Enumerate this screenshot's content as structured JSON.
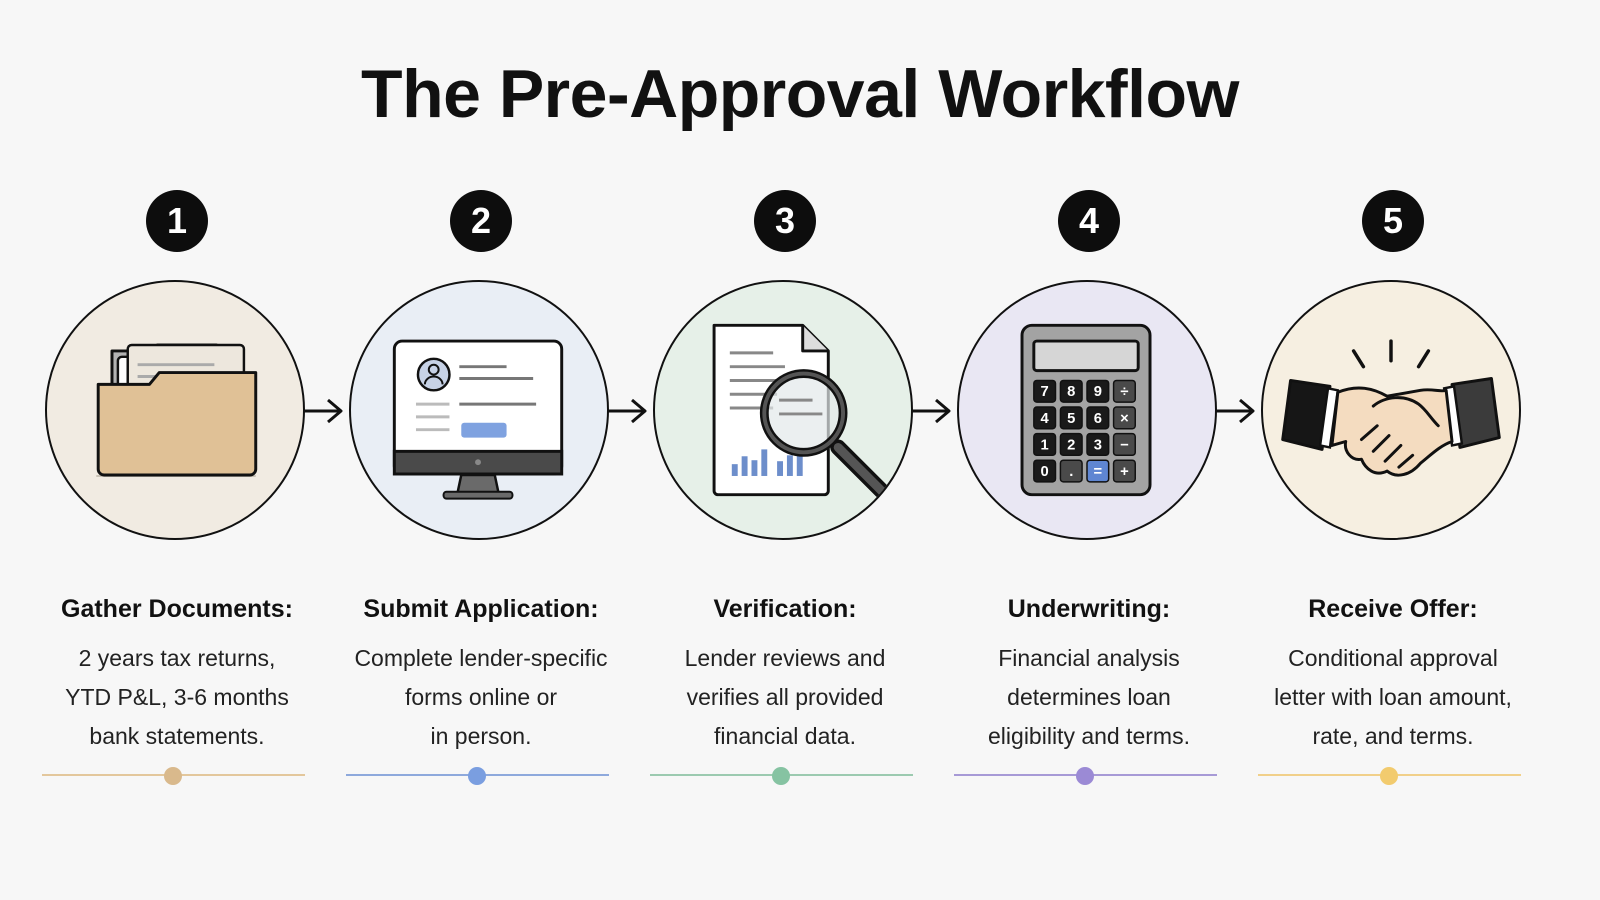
{
  "title": "The Pre-Approval Workflow",
  "steps": [
    {
      "number": "1",
      "icon": "folder-icon",
      "label": "Gather Documents:",
      "description": [
        "2 years tax returns,",
        "YTD P&L, 3-6 months",
        "bank statements."
      ],
      "bg_color": "#f1ebe2",
      "accent_color": "#e3c79c",
      "dot_color": "#d9b98c"
    },
    {
      "number": "2",
      "icon": "computer-icon",
      "label": "Submit Application:",
      "description": [
        "Complete lender-specific",
        "forms online or",
        "in person."
      ],
      "bg_color": "#e9eef5",
      "accent_color": "#8ea9dc",
      "dot_color": "#7a9ee0"
    },
    {
      "number": "3",
      "icon": "document-search-icon",
      "label": "Verification:",
      "description": [
        "Lender reviews and",
        "verifies all provided",
        "financial data."
      ],
      "bg_color": "#e6f0e8",
      "accent_color": "#9ccab0",
      "dot_color": "#86c3a2"
    },
    {
      "number": "4",
      "icon": "calculator-icon",
      "label": "Underwriting:",
      "description": [
        "Financial analysis",
        "determines loan",
        "eligibility and terms."
      ],
      "bg_color": "#e9e7f3",
      "accent_color": "#a79ad6",
      "dot_color": "#9b8ad5"
    },
    {
      "number": "5",
      "icon": "handshake-icon",
      "label": "Receive Offer:",
      "description": [
        "Conditional approval",
        "letter with loan amount,",
        "rate, and terms."
      ],
      "bg_color": "#f6efe1",
      "accent_color": "#f1d08a",
      "dot_color": "#f2cb6e"
    }
  ],
  "calculator_keys": [
    "7",
    "8",
    "9",
    "÷",
    "4",
    "5",
    "6",
    "×",
    "1",
    "2",
    "3",
    "−",
    "0",
    ".",
    "=",
    "+"
  ]
}
